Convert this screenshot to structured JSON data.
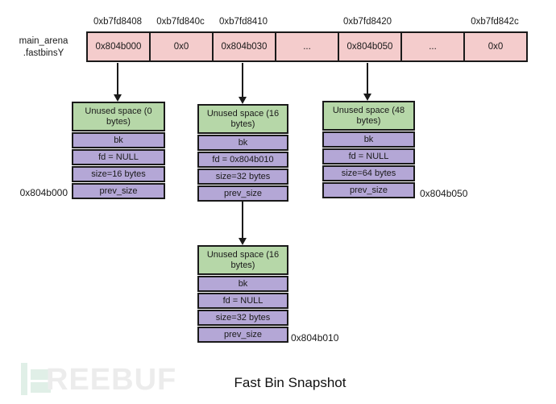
{
  "title": "Fast Bin Snapshot",
  "array": {
    "label_line1": "main_arena",
    "label_line2": ".fastbinsY",
    "addresses": [
      "0xb7fd8408",
      "0xb7fd840c",
      "0xb7fd8410",
      "0xb7fd8420",
      "0xb7fd842c"
    ],
    "cells": [
      "0x804b000",
      "0x0",
      "0x804b030",
      "...",
      "0x804b050",
      "...",
      "0x0"
    ]
  },
  "chunks": [
    {
      "header": "Unused space (0 bytes)",
      "rows": [
        "bk",
        "fd = NULL",
        "size=16 bytes",
        "prev_size"
      ],
      "address_label": "0x804b000"
    },
    {
      "header": "Unused space (16 bytes)",
      "rows": [
        "bk",
        "fd = 0x804b010",
        "size=32 bytes",
        "prev_size"
      ]
    },
    {
      "header": "Unused space (48 bytes)",
      "rows": [
        "bk",
        "fd = NULL",
        "size=64 bytes",
        "prev_size"
      ],
      "address_label": "0x804b050"
    },
    {
      "header": "Unused space (16 bytes)",
      "rows": [
        "bk",
        "fd = NULL",
        "size=32 bytes",
        "prev_size"
      ],
      "address_label": "0x804b010"
    }
  ],
  "watermark": {
    "text": "REEBUF"
  },
  "colors": {
    "array_cell_fill": "#f4cccc",
    "chunk_header_fill": "#b6d7a8",
    "chunk_row_fill": "#b4a7d6",
    "border": "#1a1a1a",
    "watermark_green": "#e0efe7",
    "watermark_gray": "#ececec"
  }
}
